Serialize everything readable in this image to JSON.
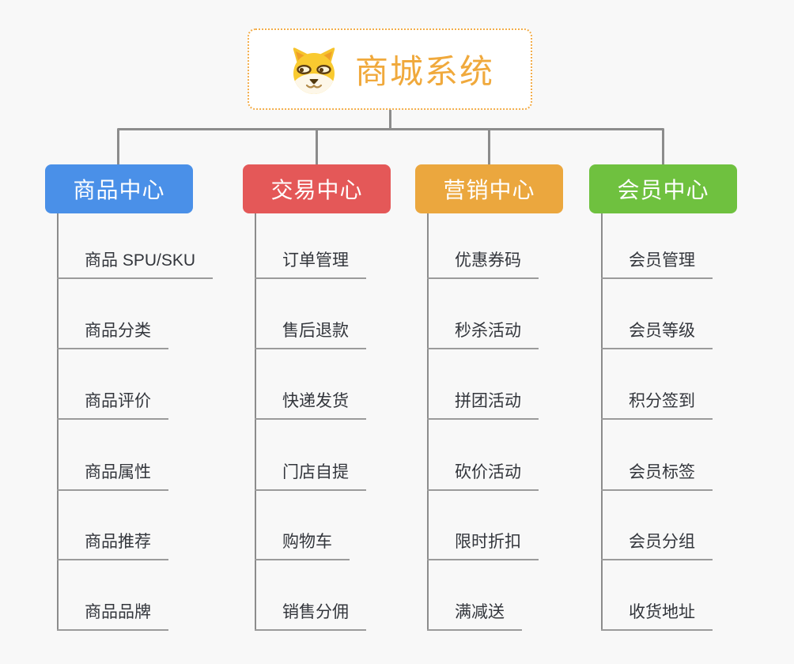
{
  "root": {
    "title": "商城系统",
    "icon": "dog-face-icon"
  },
  "branches": [
    {
      "label": "商品中心",
      "color": "#4a90e8",
      "items": [
        "商品 SPU/SKU",
        "商品分类",
        "商品评价",
        "商品属性",
        "商品推荐",
        "商品品牌"
      ]
    },
    {
      "label": "交易中心",
      "color": "#e45858",
      "items": [
        "订单管理",
        "售后退款",
        "快递发货",
        "门店自提",
        "购物车",
        "销售分佣"
      ]
    },
    {
      "label": "营销中心",
      "color": "#eba73e",
      "items": [
        "优惠券码",
        "秒杀活动",
        "拼团活动",
        "砍价活动",
        "限时折扣",
        "满减送"
      ]
    },
    {
      "label": "会员中心",
      "color": "#6fc13f",
      "items": [
        "会员管理",
        "会员等级",
        "积分签到",
        "会员标签",
        "会员分组",
        "收货地址"
      ]
    }
  ],
  "colors": {
    "background": "#f8f8f8",
    "connector": "#8c8c8c",
    "item_underline": "#9b9b9b",
    "item_text": "#33363c",
    "root_title": "#f0a93c",
    "root_border": "#f3ad4a"
  }
}
